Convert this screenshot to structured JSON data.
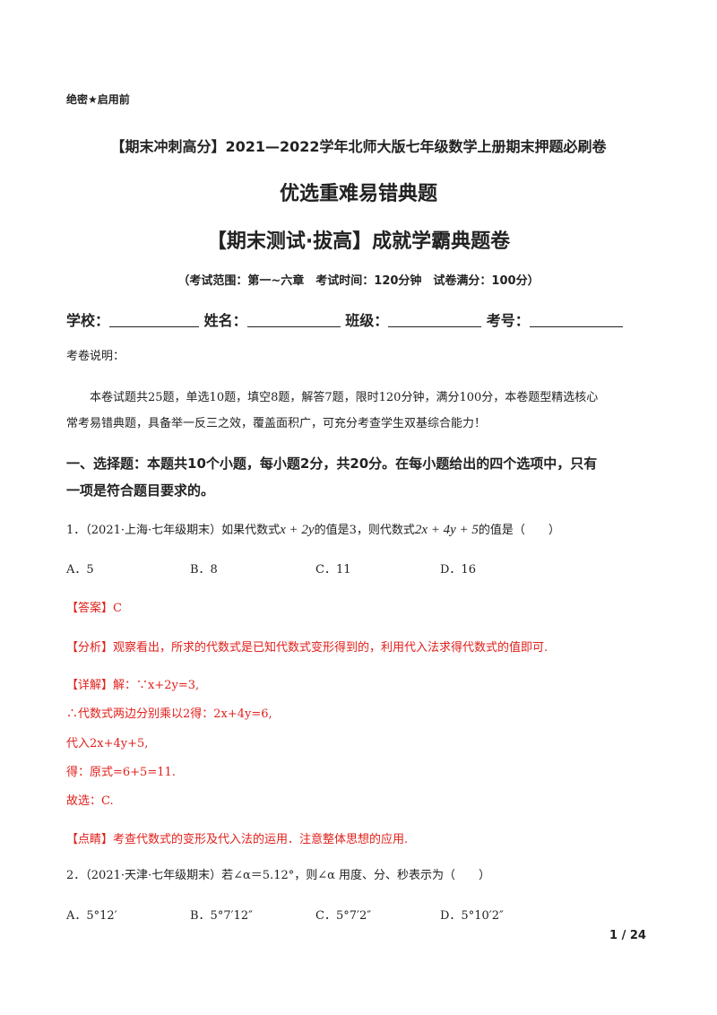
{
  "header": {
    "secret": "绝密★启用前",
    "title1": "【期末冲刺高分】2021—2022学年北师大版七年级数学上册期末押题必刷卷",
    "title2": "优选重难易错典题",
    "title3": "【期末测试·拔高】成就学霸典题卷",
    "exam_info": "（考试范围：第一~六章　考试时间：120分钟　试卷满分：100分）"
  },
  "info_fields": {
    "school": "学校：",
    "name": "姓名：",
    "class": "班级：",
    "number": "考号："
  },
  "notes": {
    "label": "考卷说明：",
    "line1": "本卷试题共25题，单选10题，填空8题，解答7题，限时120分钟，满分100分，本卷题型精选核心",
    "line2": "常考易错典题，具备举一反三之效，覆盖面积广，可充分考查学生双基综合能力！"
  },
  "section1": {
    "line1": "一、选择题：本题共10个小题，每小题2分，共20分。在每小题给出的四个选项中，只有",
    "line2": "一项是符合题目要求的。"
  },
  "q1": {
    "prefix": "1．（2021·上海·七年级期末）如果代数式",
    "expr1": "x + 2y",
    "mid": "的值是3，则代数式",
    "expr2": "2x + 4y + 5",
    "suffix": "的值是（　　）",
    "options": [
      "A．5",
      "B．8",
      "C．11",
      "D．16"
    ],
    "answer_tag": "【答案】",
    "answer": "C",
    "analysis_tag": "【分析】",
    "analysis": "观察看出，所求的代数式是已知代数式变形得到的，利用代入法求得代数式的值即可.",
    "detail_tag": "【详解】",
    "detail1": "解：∵x+2y=3,",
    "detail2": "∴代数式两边分别乘以2得：2x+4y=6,",
    "detail3": "代入2x+4y+5,",
    "detail4": "得：原式=6+5=11.",
    "detail5": "故选：C.",
    "comment_tag": "【点睛】",
    "comment": "考查代数式的变形及代入法的运用．注意整体思想的应用."
  },
  "q2": {
    "stem": "2．（2021·天津·七年级期末）若∠α＝5.12°，则∠α 用度、分、秒表示为（　　）",
    "options": [
      "A．5°12′",
      "B．5°7′12″",
      "C．5°7′2″",
      "D．5°10′2″"
    ]
  },
  "footer": {
    "page": "1 / 24"
  }
}
